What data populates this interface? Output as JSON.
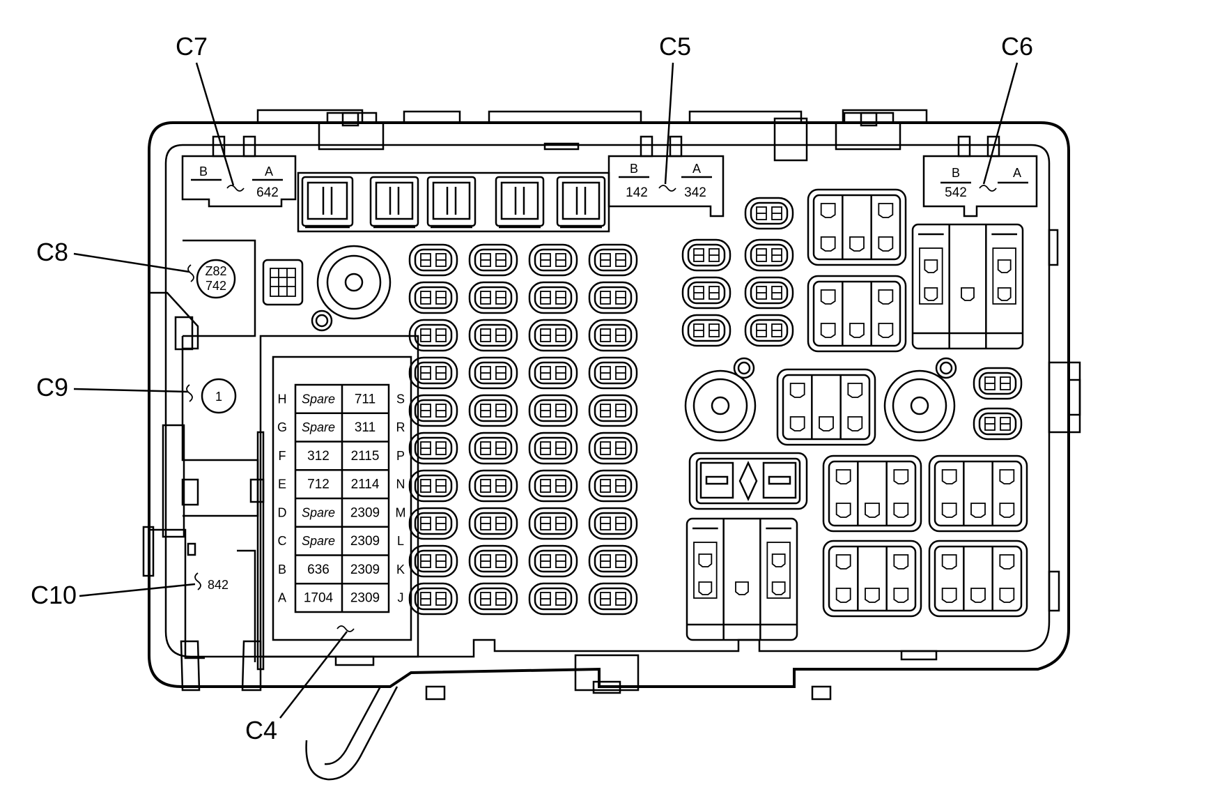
{
  "callouts": {
    "c7": "C7",
    "c5": "C5",
    "c6": "C6",
    "c8": "C8",
    "c9": "C9",
    "c10": "C10",
    "c4": "C4"
  },
  "connector_c7": {
    "pin_b": "B",
    "pin_a": "A",
    "wire_a": "642"
  },
  "connector_c5": {
    "pin_b": "B",
    "pin_a": "A",
    "wire_b": "142",
    "wire_a": "342"
  },
  "connector_c6": {
    "pin_b": "B",
    "pin_a": "A",
    "wire_b": "542"
  },
  "connector_c8": {
    "line1": "Z82",
    "line2": "742"
  },
  "connector_c9": {
    "label": "1"
  },
  "connector_c10": {
    "wire": "842"
  },
  "connector_c4": {
    "rows": [
      {
        "left_pin": "H",
        "left_wire": "Spare",
        "right_wire": "711",
        "right_pin": "S"
      },
      {
        "left_pin": "G",
        "left_wire": "Spare",
        "right_wire": "311",
        "right_pin": "R"
      },
      {
        "left_pin": "F",
        "left_wire": "312",
        "right_wire": "2115",
        "right_pin": "P"
      },
      {
        "left_pin": "E",
        "left_wire": "712",
        "right_wire": "2114",
        "right_pin": "N"
      },
      {
        "left_pin": "D",
        "left_wire": "Spare",
        "right_wire": "2309",
        "right_pin": "M"
      },
      {
        "left_pin": "C",
        "left_wire": "Spare",
        "right_wire": "2309",
        "right_pin": "L"
      },
      {
        "left_pin": "B",
        "left_wire": "636",
        "right_wire": "2309",
        "right_pin": "K"
      },
      {
        "left_pin": "A",
        "left_wire": "1704",
        "right_wire": "2309",
        "right_pin": "J"
      }
    ]
  }
}
